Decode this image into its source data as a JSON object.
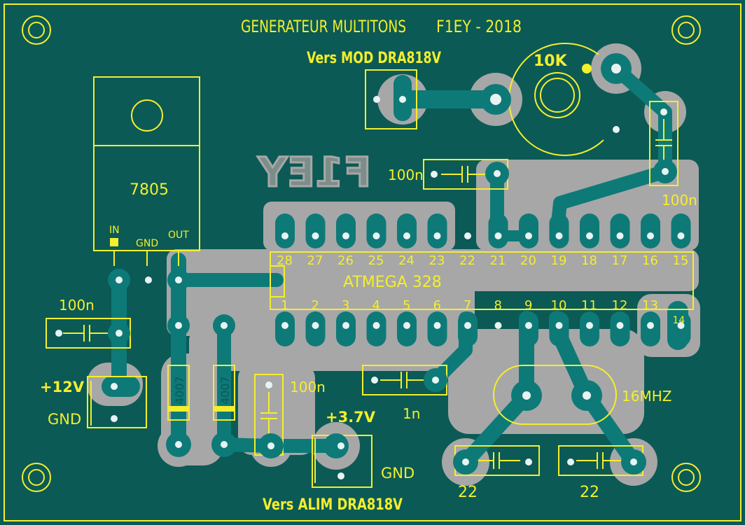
{
  "title": "GENERATEUR MULTITONS",
  "callsign_year": "F1EY - 2018",
  "mirrored_logo": "F1EY",
  "colors": {
    "board": "#0b5a55",
    "copper_pour": "#a7a7a8",
    "trace": "#0d7a78",
    "silk": "#f4ee2d",
    "hole": "#e8f4f3"
  },
  "labels": {
    "vers_mod": "Vers MOD DRA818V",
    "vers_alim": "Vers ALIM DRA818V",
    "pot_value": "10K",
    "regulator": "7805",
    "reg_in": "IN",
    "reg_gnd": "GND",
    "reg_out": "OUT",
    "mcu": "ATMEGA 328",
    "cap_100n_1": "100n",
    "cap_100n_2": "100n",
    "cap_100n_3": "100n",
    "cap_100n_4": "100n",
    "cap_1n": "1n",
    "cap_22_1": "22",
    "cap_22_2": "22",
    "crystal": "16MHZ",
    "plus12v": "+12V",
    "gnd_left": "GND",
    "plus37v": "+3.7V",
    "gnd_bottom": "GND",
    "diode1": "4007",
    "diode2": "4007"
  },
  "pins_top": [
    "28",
    "27",
    "26",
    "25",
    "24",
    "23",
    "22",
    "21",
    "20",
    "19",
    "18",
    "17",
    "16",
    "15"
  ],
  "pins_bottom": [
    "1",
    "2",
    "3",
    "4",
    "5",
    "6",
    "7",
    "8",
    "9",
    "10",
    "11",
    "12",
    "13",
    "14"
  ]
}
